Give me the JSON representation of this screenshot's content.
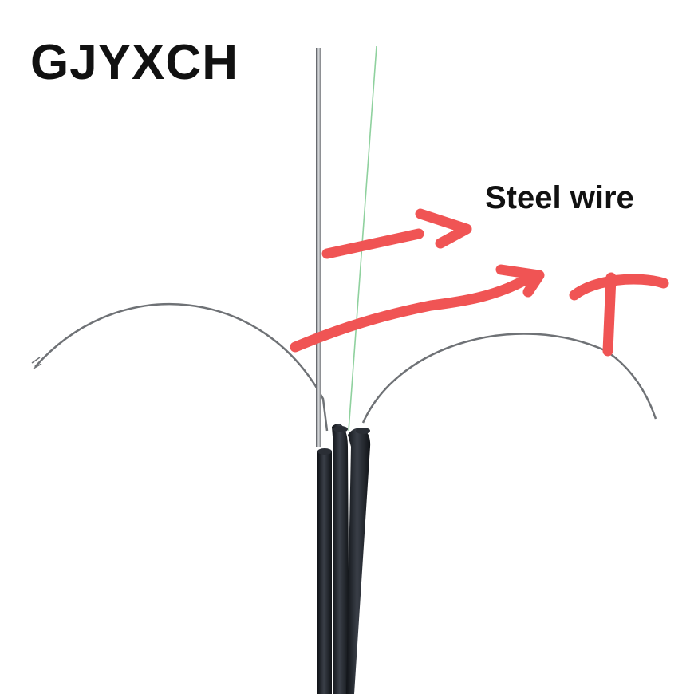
{
  "title": "GJYXCH",
  "caption": "Steel wire",
  "colors": {
    "background": "#ffffff",
    "annotation": "#f05454",
    "cable_jacket": "#1e2229",
    "steel": "#7a7d82",
    "fiber": "#8fd19e",
    "text": "#111111"
  },
  "subject": {
    "cable_cores": 3,
    "icons": [
      "annotation-arrow-icon",
      "annotation-arrow-icon",
      "annotation-hook-icon"
    ]
  }
}
